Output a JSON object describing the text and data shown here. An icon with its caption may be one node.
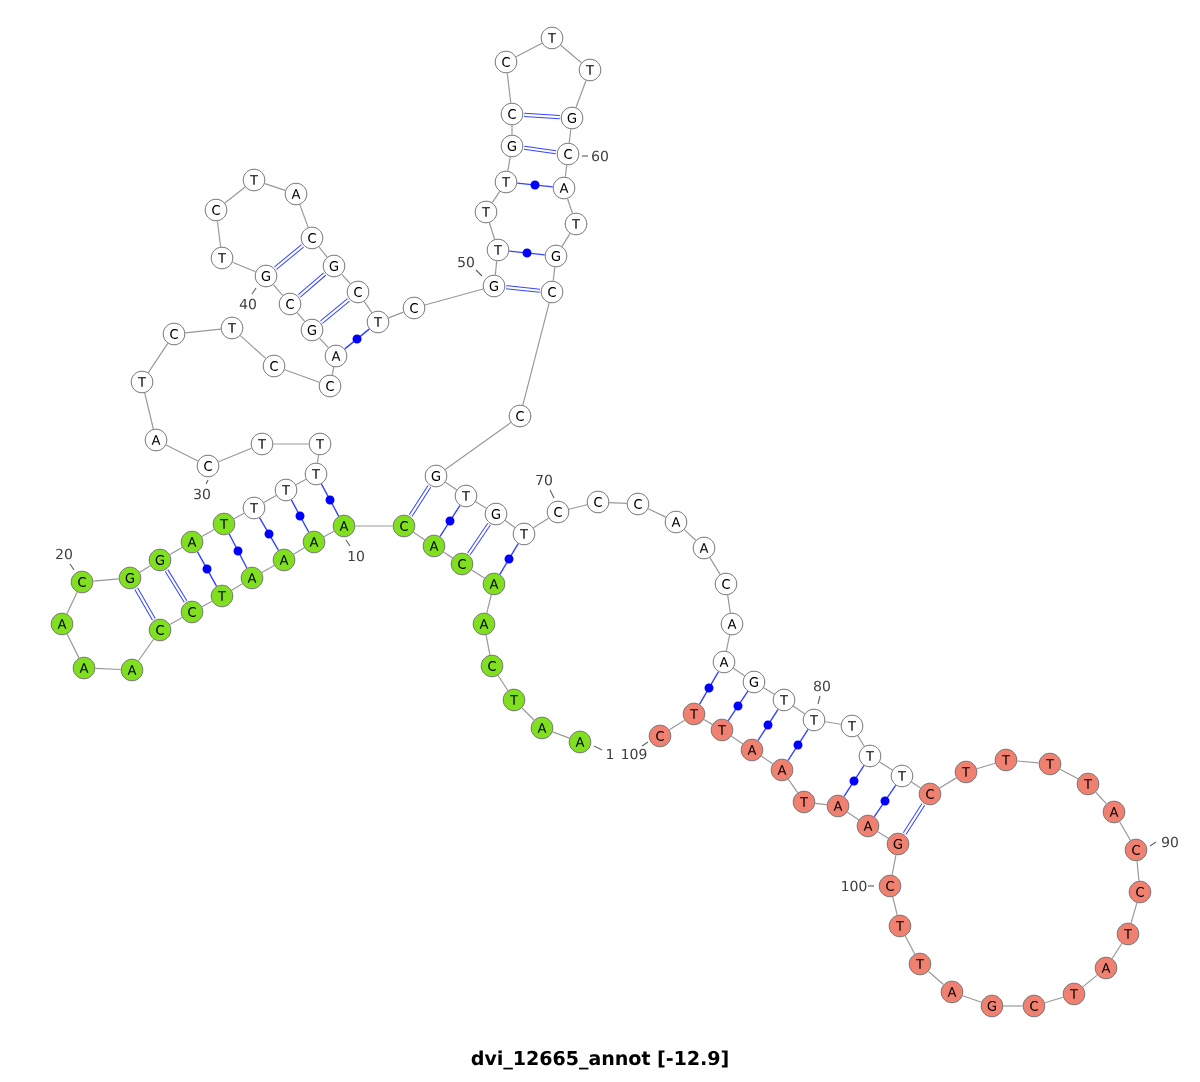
{
  "diagram": {
    "title": "dvi_12665_annot [-12.9]",
    "nodes": [
      {
        "text": [
          "A"
        ],
        "beside": [
          "1"
        ]
      },
      {
        "text": [
          "A"
        ]
      },
      {
        "text": [
          "T"
        ]
      },
      {
        "text": [
          "C"
        ]
      },
      {
        "text": [
          "A"
        ]
      },
      {
        "text": [
          "A"
        ]
      },
      {
        "text": [
          "C"
        ]
      },
      {
        "text": [
          "A"
        ]
      },
      {
        "text": [
          "C"
        ]
      },
      {
        "text": [
          "A"
        ],
        "beside": [
          "10"
        ]
      },
      {
        "text": [
          "A"
        ]
      },
      {
        "text": [
          "A"
        ]
      },
      {
        "text": [
          "A"
        ]
      },
      {
        "text": [
          "T"
        ]
      },
      {
        "text": [
          "C"
        ]
      },
      {
        "text": [
          "C"
        ]
      },
      {
        "text": [
          "A"
        ]
      },
      {
        "text": [
          "A"
        ]
      },
      {
        "text": [
          "A"
        ]
      },
      {
        "text": [
          "C"
        ],
        "beside": [
          "20"
        ]
      },
      {
        "text": [
          "G"
        ]
      },
      {
        "text": [
          "G"
        ]
      },
      {
        "text": [
          "A"
        ]
      },
      {
        "text": [
          "T"
        ]
      },
      {
        "text": [
          "T"
        ]
      },
      {
        "text": [
          "T"
        ]
      },
      {
        "text": [
          "T"
        ]
      },
      {
        "text": [
          "T"
        ]
      },
      {
        "text": [
          "T"
        ]
      },
      {
        "text": [
          "C"
        ],
        "beside": [
          "30"
        ]
      },
      {
        "text": [
          "A"
        ]
      },
      {
        "text": [
          "T"
        ]
      },
      {
        "text": [
          "C"
        ]
      },
      {
        "text": [
          "T"
        ]
      },
      {
        "text": [
          "C"
        ]
      },
      {
        "text": [
          "C"
        ]
      },
      {
        "text": [
          "A"
        ]
      },
      {
        "text": [
          "G"
        ]
      },
      {
        "text": [
          "C"
        ]
      },
      {
        "text": [
          "G"
        ],
        "beside": [
          "40"
        ]
      },
      {
        "text": [
          "T"
        ]
      },
      {
        "text": [
          "C"
        ]
      },
      {
        "text": [
          "T"
        ]
      },
      {
        "text": [
          "A"
        ]
      },
      {
        "text": [
          "C"
        ]
      },
      {
        "text": [
          "G"
        ]
      },
      {
        "text": [
          "C"
        ]
      },
      {
        "text": [
          "T"
        ]
      },
      {
        "text": [
          "C"
        ]
      },
      {
        "text": [
          "G"
        ],
        "beside": [
          "50"
        ]
      },
      {
        "text": [
          "T"
        ]
      },
      {
        "text": [
          "T"
        ]
      },
      {
        "text": [
          "T"
        ]
      },
      {
        "text": [
          "G"
        ]
      },
      {
        "text": [
          "C"
        ]
      },
      {
        "text": [
          "C"
        ]
      },
      {
        "text": [
          "T"
        ]
      },
      {
        "text": [
          "T"
        ]
      },
      {
        "text": [
          "G"
        ]
      },
      {
        "text": [
          "C"
        ],
        "beside": [
          "60"
        ]
      },
      {
        "text": [
          "A"
        ]
      },
      {
        "text": [
          "T"
        ]
      },
      {
        "text": [
          "G"
        ]
      },
      {
        "text": [
          "C"
        ]
      },
      {
        "text": [
          "C"
        ]
      },
      {
        "text": [
          "G"
        ]
      },
      {
        "text": [
          "T"
        ]
      },
      {
        "text": [
          "G"
        ]
      },
      {
        "text": [
          "T"
        ]
      },
      {
        "text": [
          "C"
        ],
        "beside": [
          "70"
        ]
      },
      {
        "text": [
          "C"
        ]
      },
      {
        "text": [
          "C"
        ]
      },
      {
        "text": [
          "A"
        ]
      },
      {
        "text": [
          "A"
        ]
      },
      {
        "text": [
          "C"
        ]
      },
      {
        "text": [
          "A"
        ]
      },
      {
        "text": [
          "A"
        ]
      },
      {
        "text": [
          "G"
        ]
      },
      {
        "text": [
          "T"
        ]
      },
      {
        "text": [
          "T"
        ],
        "beside": [
          "80"
        ]
      },
      {
        "text": [
          "T"
        ]
      },
      {
        "text": [
          "T"
        ]
      },
      {
        "text": [
          "T"
        ]
      },
      {
        "text": [
          "C"
        ]
      },
      {
        "text": [
          "T"
        ]
      },
      {
        "text": [
          "T"
        ]
      },
      {
        "text": [
          "T"
        ]
      },
      {
        "text": [
          "T"
        ]
      },
      {
        "text": [
          "A"
        ]
      },
      {
        "text": [
          "C"
        ],
        "beside": [
          "90"
        ]
      },
      {
        "text": [
          "C"
        ]
      },
      {
        "text": [
          "T"
        ]
      },
      {
        "text": [
          "A"
        ]
      },
      {
        "text": [
          "T"
        ]
      },
      {
        "text": [
          "C"
        ]
      },
      {
        "text": [
          "G"
        ]
      },
      {
        "text": [
          "A"
        ]
      },
      {
        "text": [
          "T"
        ]
      },
      {
        "text": [
          "T"
        ]
      },
      {
        "text": [
          "C"
        ],
        "beside": [
          "100"
        ]
      },
      {
        "text": [
          "G"
        ]
      },
      {
        "text": [
          "A"
        ]
      },
      {
        "text": [
          "A"
        ]
      },
      {
        "text": [
          "T"
        ]
      },
      {
        "text": [
          "A"
        ]
      },
      {
        "text": [
          "A"
        ]
      },
      {
        "text": [
          "T"
        ]
      },
      {
        "text": [
          "T"
        ]
      },
      {
        "text": [
          "C"
        ],
        "beside": [
          "109"
        ]
      }
    ],
    "edges": [
      {
        "from": 0,
        "to": 1,
        "arrow": "none"
      },
      {
        "from": 1,
        "to": 2,
        "arrow": "none"
      },
      {
        "from": 2,
        "to": 3,
        "arrow": "none"
      },
      {
        "from": 3,
        "to": 4,
        "arrow": "none"
      },
      {
        "from": 4,
        "to": 5,
        "arrow": "none"
      },
      {
        "from": 5,
        "to": 6,
        "arrow": "none"
      },
      {
        "from": 6,
        "to": 7,
        "arrow": "none"
      },
      {
        "from": 7,
        "to": 8,
        "arrow": "none"
      },
      {
        "from": 8,
        "to": 9,
        "arrow": "none"
      },
      {
        "from": 9,
        "to": 10,
        "arrow": "none"
      },
      {
        "from": 10,
        "to": 11,
        "arrow": "none"
      },
      {
        "from": 11,
        "to": 12,
        "arrow": "none"
      },
      {
        "from": 12,
        "to": 13,
        "arrow": "none"
      },
      {
        "from": 13,
        "to": 14,
        "arrow": "none"
      },
      {
        "from": 14,
        "to": 15,
        "arrow": "none"
      },
      {
        "from": 15,
        "to": 16,
        "arrow": "none"
      },
      {
        "from": 16,
        "to": 17,
        "arrow": "none"
      },
      {
        "from": 17,
        "to": 18,
        "arrow": "none"
      },
      {
        "from": 18,
        "to": 19,
        "arrow": "none"
      },
      {
        "from": 19,
        "to": 20,
        "arrow": "none"
      },
      {
        "from": 20,
        "to": 21,
        "arrow": "none"
      },
      {
        "from": 21,
        "to": 22,
        "arrow": "none"
      },
      {
        "from": 22,
        "to": 23,
        "arrow": "none"
      },
      {
        "from": 23,
        "to": 24,
        "arrow": "none"
      },
      {
        "from": 24,
        "to": 25,
        "arrow": "none"
      },
      {
        "from": 25,
        "to": 26,
        "arrow": "none"
      },
      {
        "from": 26,
        "to": 27,
        "arrow": "none"
      },
      {
        "from": 27,
        "to": 28,
        "arrow": "none"
      },
      {
        "from": 28,
        "to": 29,
        "arrow": "none"
      },
      {
        "from": 29,
        "to": 30,
        "arrow": "none"
      },
      {
        "from": 30,
        "to": 31,
        "arrow": "none"
      },
      {
        "from": 31,
        "to": 32,
        "arrow": "none"
      },
      {
        "from": 32,
        "to": 33,
        "arrow": "none"
      },
      {
        "from": 33,
        "to": 34,
        "arrow": "none"
      },
      {
        "from": 34,
        "to": 35,
        "arrow": "none"
      },
      {
        "from": 35,
        "to": 36,
        "arrow": "none"
      },
      {
        "from": 36,
        "to": 37,
        "arrow": "none"
      },
      {
        "from": 37,
        "to": 38,
        "arrow": "none"
      },
      {
        "from": 38,
        "to": 39,
        "arrow": "none"
      },
      {
        "from": 39,
        "to": 40,
        "arrow": "none"
      },
      {
        "from": 40,
        "to": 41,
        "arrow": "none"
      },
      {
        "from": 41,
        "to": 42,
        "arrow": "none"
      },
      {
        "from": 42,
        "to": 43,
        "arrow": "none"
      },
      {
        "from": 43,
        "to": 44,
        "arrow": "none"
      },
      {
        "from": 44,
        "to": 45,
        "arrow": "none"
      },
      {
        "from": 45,
        "to": 46,
        "arrow": "none"
      },
      {
        "from": 46,
        "to": 47,
        "arrow": "none"
      },
      {
        "from": 47,
        "to": 48,
        "arrow": "none"
      },
      {
        "from": 48,
        "to": 49,
        "arrow": "none"
      },
      {
        "from": 49,
        "to": 50,
        "arrow": "none"
      },
      {
        "from": 50,
        "to": 51,
        "arrow": "none"
      },
      {
        "from": 51,
        "to": 52,
        "arrow": "none"
      },
      {
        "from": 52,
        "to": 53,
        "arrow": "none"
      },
      {
        "from": 53,
        "to": 54,
        "arrow": "none"
      },
      {
        "from": 54,
        "to": 55,
        "arrow": "none"
      },
      {
        "from": 55,
        "to": 56,
        "arrow": "none"
      },
      {
        "from": 56,
        "to": 57,
        "arrow": "none"
      },
      {
        "from": 57,
        "to": 58,
        "arrow": "none"
      },
      {
        "from": 58,
        "to": 59,
        "arrow": "none"
      },
      {
        "from": 59,
        "to": 60,
        "arrow": "none"
      },
      {
        "from": 60,
        "to": 61,
        "arrow": "none"
      },
      {
        "from": 61,
        "to": 62,
        "arrow": "none"
      },
      {
        "from": 62,
        "to": 63,
        "arrow": "none"
      },
      {
        "from": 63,
        "to": 64,
        "arrow": "none"
      },
      {
        "from": 64,
        "to": 65,
        "arrow": "none"
      },
      {
        "from": 65,
        "to": 66,
        "arrow": "none"
      },
      {
        "from": 66,
        "to": 67,
        "arrow": "none"
      },
      {
        "from": 67,
        "to": 68,
        "arrow": "none"
      },
      {
        "from": 68,
        "to": 69,
        "arrow": "none"
      },
      {
        "from": 69,
        "to": 70,
        "arrow": "none"
      },
      {
        "from": 70,
        "to": 71,
        "arrow": "none"
      },
      {
        "from": 71,
        "to": 72,
        "arrow": "none"
      },
      {
        "from": 72,
        "to": 73,
        "arrow": "none"
      },
      {
        "from": 73,
        "to": 74,
        "arrow": "none"
      },
      {
        "from": 74,
        "to": 75,
        "arrow": "none"
      },
      {
        "from": 75,
        "to": 76,
        "arrow": "none"
      },
      {
        "from": 76,
        "to": 77,
        "arrow": "none"
      },
      {
        "from": 77,
        "to": 78,
        "arrow": "none"
      },
      {
        "from": 78,
        "to": 79,
        "arrow": "none"
      },
      {
        "from": 79,
        "to": 80,
        "arrow": "none"
      },
      {
        "from": 80,
        "to": 81,
        "arrow": "none"
      },
      {
        "from": 81,
        "to": 82,
        "arrow": "none"
      },
      {
        "from": 82,
        "to": 83,
        "arrow": "none"
      },
      {
        "from": 83,
        "to": 84,
        "arrow": "none"
      },
      {
        "from": 84,
        "to": 85,
        "arrow": "none"
      },
      {
        "from": 85,
        "to": 86,
        "arrow": "none"
      },
      {
        "from": 86,
        "to": 87,
        "arrow": "none"
      },
      {
        "from": 87,
        "to": 88,
        "arrow": "none"
      },
      {
        "from": 88,
        "to": 89,
        "arrow": "none"
      },
      {
        "from": 89,
        "to": 90,
        "arrow": "none"
      },
      {
        "from": 90,
        "to": 91,
        "arrow": "none"
      },
      {
        "from": 91,
        "to": 92,
        "arrow": "none"
      },
      {
        "from": 92,
        "to": 93,
        "arrow": "none"
      },
      {
        "from": 93,
        "to": 94,
        "arrow": "none"
      },
      {
        "from": 94,
        "to": 95,
        "arrow": "none"
      },
      {
        "from": 95,
        "to": 96,
        "arrow": "none"
      },
      {
        "from": 96,
        "to": 97,
        "arrow": "none"
      },
      {
        "from": 97,
        "to": 98,
        "arrow": "none"
      },
      {
        "from": 98,
        "to": 99,
        "arrow": "none"
      },
      {
        "from": 99,
        "to": 100,
        "arrow": "none"
      },
      {
        "from": 100,
        "to": 101,
        "arrow": "none"
      },
      {
        "from": 101,
        "to": 102,
        "arrow": "none"
      },
      {
        "from": 102,
        "to": 103,
        "arrow": "none"
      },
      {
        "from": 103,
        "to": 104,
        "arrow": "none"
      },
      {
        "from": 104,
        "to": 105,
        "arrow": "none"
      },
      {
        "from": 105,
        "to": 106,
        "arrow": "none"
      },
      {
        "from": 106,
        "to": 107,
        "arrow": "none"
      },
      {
        "from": 107,
        "to": 108,
        "arrow": "none"
      },
      {
        "from": 5,
        "to": 68,
        "arrow": "none",
        "color": "#3344ff"
      },
      {
        "from": 6,
        "to": 67,
        "arrow": "none",
        "style": "thick",
        "color": "#3344ff"
      },
      {
        "from": 7,
        "to": 66,
        "arrow": "none",
        "color": "#3344ff"
      },
      {
        "from": 8,
        "to": 65,
        "arrow": "none",
        "style": "thick",
        "color": "#3344ff"
      },
      {
        "from": 9,
        "to": 26,
        "arrow": "none",
        "color": "#3344ff"
      },
      {
        "from": 10,
        "to": 25,
        "arrow": "none",
        "color": "#3344ff"
      },
      {
        "from": 11,
        "to": 24,
        "arrow": "none",
        "color": "#3344ff"
      },
      {
        "from": 12,
        "to": 23,
        "arrow": "none",
        "color": "#3344ff"
      },
      {
        "from": 13,
        "to": 22,
        "arrow": "none",
        "color": "#3344ff"
      },
      {
        "from": 14,
        "to": 21,
        "arrow": "none",
        "style": "thick",
        "color": "#3344ff"
      },
      {
        "from": 15,
        "to": 20,
        "arrow": "none",
        "style": "thick",
        "color": "#3344ff"
      },
      {
        "from": 36,
        "to": 47,
        "arrow": "none",
        "color": "#3344ff"
      },
      {
        "from": 37,
        "to": 46,
        "arrow": "none",
        "style": "thick",
        "color": "#3344ff"
      },
      {
        "from": 38,
        "to": 45,
        "arrow": "none",
        "style": "thick",
        "color": "#3344ff"
      },
      {
        "from": 39,
        "to": 44,
        "arrow": "none",
        "style": "thick",
        "color": "#3344ff"
      },
      {
        "from": 49,
        "to": 63,
        "arrow": "none",
        "style": "thick",
        "color": "#3344ff"
      },
      {
        "from": 50,
        "to": 62,
        "arrow": "none",
        "color": "#3344ff"
      },
      {
        "from": 52,
        "to": 60,
        "arrow": "none",
        "color": "#3344ff"
      },
      {
        "from": 53,
        "to": 59,
        "arrow": "none",
        "style": "thick",
        "color": "#3344ff"
      },
      {
        "from": 54,
        "to": 58,
        "arrow": "none",
        "style": "thick",
        "color": "#3344ff"
      },
      {
        "from": 76,
        "to": 107,
        "arrow": "none",
        "color": "#3344ff"
      },
      {
        "from": 77,
        "to": 106,
        "arrow": "none",
        "color": "#3344ff"
      },
      {
        "from": 78,
        "to": 105,
        "arrow": "none",
        "color": "#3344ff"
      },
      {
        "from": 79,
        "to": 104,
        "arrow": "none",
        "color": "#3344ff"
      },
      {
        "from": 81,
        "to": 102,
        "arrow": "none",
        "color": "#3344ff"
      },
      {
        "from": 82,
        "to": 101,
        "arrow": "none",
        "color": "#3344ff"
      },
      {
        "from": 83,
        "to": 100,
        "arrow": "none",
        "style": "thick",
        "color": "#3344ff"
      }
    ]
  }
}
